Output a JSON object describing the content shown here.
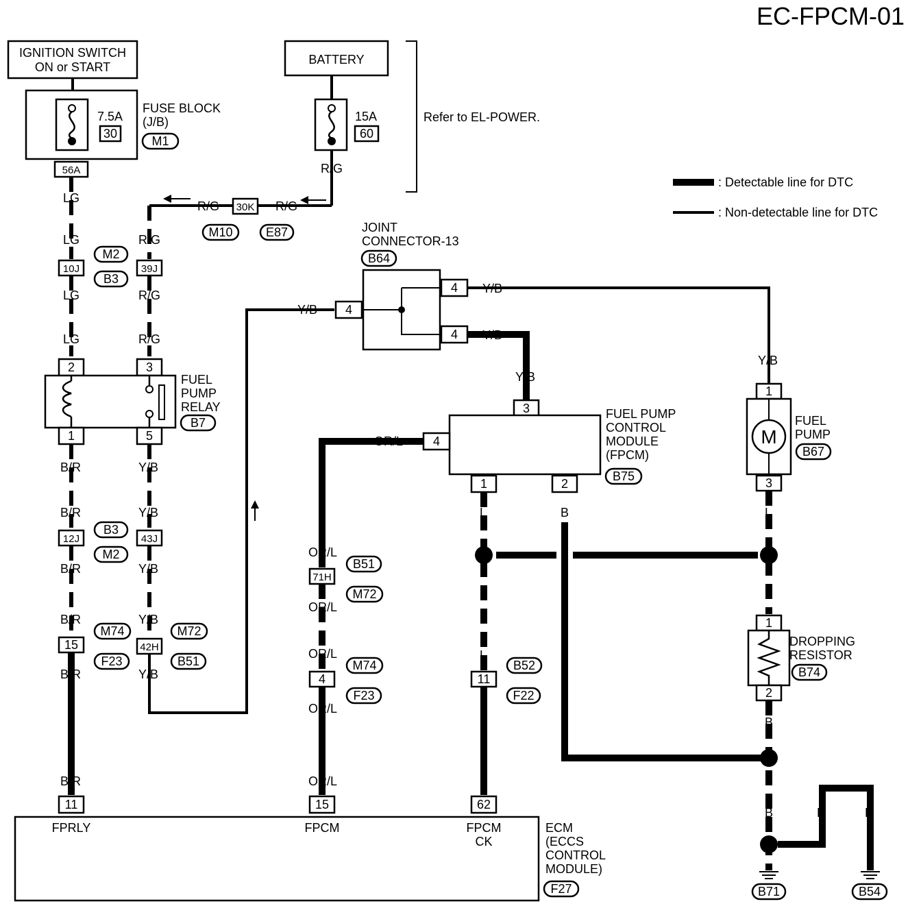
{
  "title": "EC-FPCM-01",
  "ignition_switch": {
    "line1": "IGNITION SWITCH",
    "line2": "ON or START"
  },
  "battery": "BATTERY",
  "fuse_block": {
    "rating": "7.5A",
    "number": "30",
    "line1": "FUSE BLOCK",
    "line2": "(J/B)",
    "connector": "M1",
    "terminal": "56A"
  },
  "battery_fuse": {
    "rating": "15A",
    "number": "60"
  },
  "refer": "Refer to EL-POWER.",
  "legend": {
    "detectable": ": Detectable line for DTC",
    "non_detectable": ": Non-detectable line for DTC"
  },
  "wires": {
    "lg": "LG",
    "rg": "R/G",
    "br": "B/R",
    "yb": "Y/B",
    "orl": "OR/L",
    "l": "L",
    "b": "B"
  },
  "connectors": {
    "c30k": "30K",
    "m10": "M10",
    "e87": "E87",
    "c10j": "10J",
    "c39j": "39J",
    "m2": "M2",
    "b3": "B3",
    "c12j": "12J",
    "c43j": "43J",
    "c15": "15",
    "m74": "M74",
    "f23": "F23",
    "c42h": "42H",
    "m72": "M72",
    "b51": "B51",
    "c71h": "71H",
    "c4": "4",
    "c11": "11",
    "b52": "B52",
    "f22": "F22"
  },
  "joint_connector": {
    "line1": "JOINT",
    "line2": "CONNECTOR-13",
    "connector": "B64",
    "pin": "4"
  },
  "relay": {
    "line1": "FUEL",
    "line2": "PUMP",
    "line3": "RELAY",
    "connector": "B7",
    "pin2": "2",
    "pin3": "3",
    "pin1": "1",
    "pin5": "5"
  },
  "fpcm": {
    "line1": "FUEL PUMP",
    "line2": "CONTROL",
    "line3": "MODULE",
    "line4": "(FPCM)",
    "connector": "B75",
    "pin3": "3",
    "pin4": "4",
    "pin1": "1",
    "pin2": "2"
  },
  "fuel_pump": {
    "line1": "FUEL",
    "line2": "PUMP",
    "connector": "B67",
    "motor": "M",
    "pin1": "1",
    "pin3": "3"
  },
  "dropping_resistor": {
    "line1": "DROPPING",
    "line2": "RESISTOR",
    "connector": "B74",
    "pin1": "1",
    "pin2": "2"
  },
  "ecm": {
    "pin11": "11",
    "pin15": "15",
    "pin62": "62",
    "fprly": "FPRLY",
    "fpcm": "FPCM",
    "fpcmck1": "FPCM",
    "fpcmck2": "CK",
    "line1": "ECM",
    "line2": "(ECCS",
    "line3": "CONTROL",
    "line4": "MODULE)",
    "connector": "F27"
  },
  "grounds": {
    "g1": "B71",
    "g2": "B54"
  }
}
